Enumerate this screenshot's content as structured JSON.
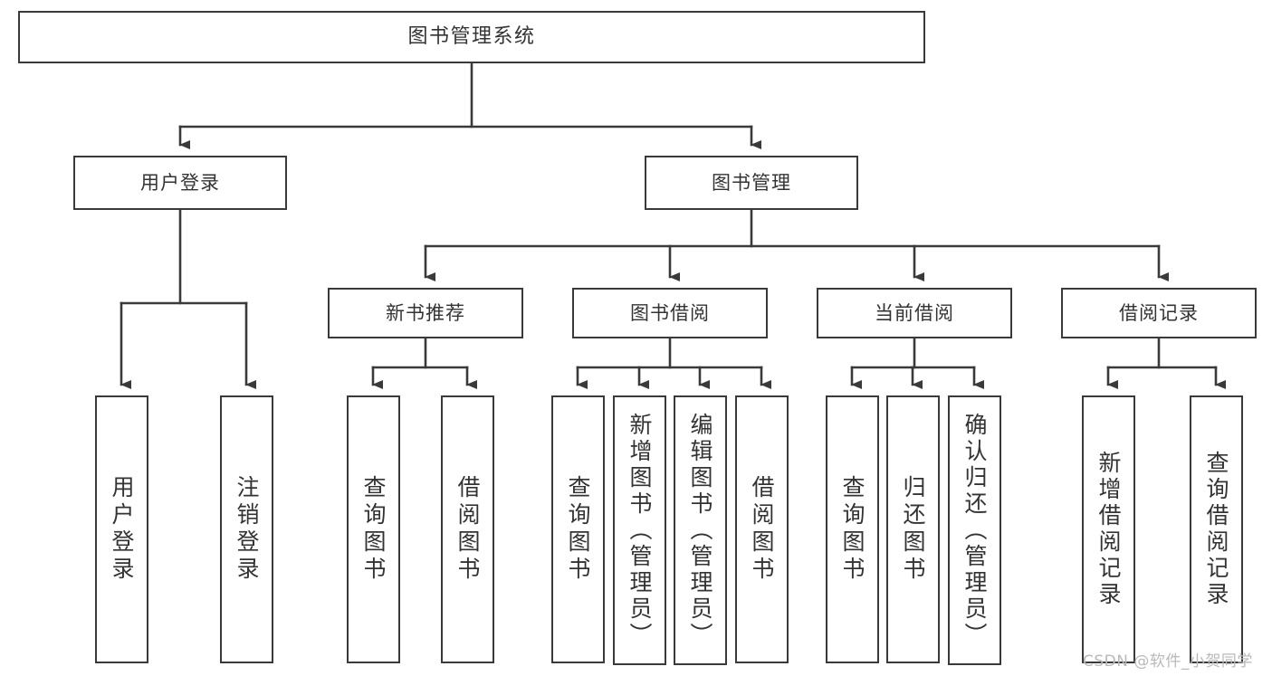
{
  "diagram": {
    "title": "图书管理系统",
    "type": "tree",
    "theme": {
      "background": "#ffffff",
      "box_border": "#3a3a3a",
      "box_fill": "#ffffff",
      "text": "#333333",
      "edge": "#3a3a3a",
      "watermark": "#b9b9b9"
    },
    "watermark": "CSDN @软件_小贺同学",
    "levels": [
      {
        "level": 1,
        "nodes": [
          {
            "id": "root",
            "label": "图书管理系统",
            "orientation": "horizontal"
          }
        ]
      },
      {
        "level": 2,
        "nodes": [
          {
            "id": "user-login",
            "label": "用户登录",
            "orientation": "horizontal",
            "parent": "root"
          },
          {
            "id": "book-manage",
            "label": "图书管理",
            "orientation": "horizontal",
            "parent": "root"
          }
        ]
      },
      {
        "level": 3,
        "nodes": [
          {
            "id": "new-book-rec",
            "label": "新书推荐",
            "orientation": "horizontal",
            "parent": "book-manage"
          },
          {
            "id": "book-borrow",
            "label": "图书借阅",
            "orientation": "horizontal",
            "parent": "book-manage"
          },
          {
            "id": "current-borrow",
            "label": "当前借阅",
            "orientation": "horizontal",
            "parent": "book-manage"
          },
          {
            "id": "borrow-record",
            "label": "借阅记录",
            "orientation": "horizontal",
            "parent": "book-manage"
          }
        ]
      },
      {
        "level": 4,
        "nodes": [
          {
            "id": "leaf-user-login",
            "label": "用户登录",
            "orientation": "vertical",
            "parent": "user-login"
          },
          {
            "id": "leaf-logout",
            "label": "注销登录",
            "orientation": "vertical",
            "parent": "user-login"
          },
          {
            "id": "leaf-query-book-1",
            "label": "查询图书",
            "orientation": "vertical",
            "parent": "new-book-rec"
          },
          {
            "id": "leaf-borrow-book-1",
            "label": "借阅图书",
            "orientation": "vertical",
            "parent": "new-book-rec"
          },
          {
            "id": "leaf-query-book-2",
            "label": "查询图书",
            "orientation": "vertical",
            "parent": "book-borrow"
          },
          {
            "id": "leaf-add-book",
            "label": "新增图书（管理员）",
            "orientation": "vertical",
            "parent": "book-borrow"
          },
          {
            "id": "leaf-edit-book",
            "label": "编辑图书（管理员）",
            "orientation": "vertical",
            "parent": "book-borrow"
          },
          {
            "id": "leaf-borrow-book-2",
            "label": "借阅图书",
            "orientation": "vertical",
            "parent": "book-borrow"
          },
          {
            "id": "leaf-query-book-3",
            "label": "查询图书",
            "orientation": "vertical",
            "parent": "current-borrow"
          },
          {
            "id": "leaf-return-book",
            "label": "归还图书",
            "orientation": "vertical",
            "parent": "current-borrow"
          },
          {
            "id": "leaf-confirm-return",
            "label": "确认归还（管理员）",
            "orientation": "vertical",
            "parent": "current-borrow"
          },
          {
            "id": "leaf-add-record",
            "label": "新增借阅记录",
            "orientation": "vertical",
            "parent": "borrow-record"
          },
          {
            "id": "leaf-query-record",
            "label": "查询借阅记录",
            "orientation": "vertical",
            "parent": "borrow-record"
          }
        ]
      }
    ]
  }
}
